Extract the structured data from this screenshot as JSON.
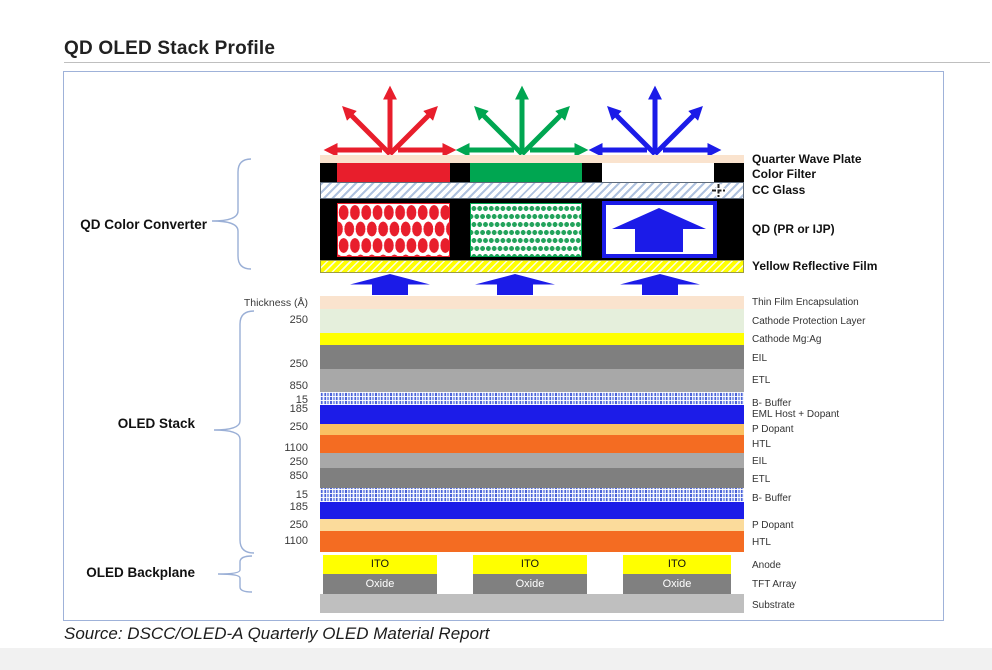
{
  "header": {
    "title": "QD OLED Stack Profile"
  },
  "footer": {
    "source": "Source: DSCC/OLED-A Quarterly OLED Material Report"
  },
  "groups": {
    "qd": {
      "label": "QD Color Converter"
    },
    "stack": {
      "label": "OLED Stack"
    },
    "backplane": {
      "label": "OLED Backplane"
    }
  },
  "converter": {
    "layers": [
      {
        "name": "Quarter Wave Plate"
      },
      {
        "name": "Color Filter"
      },
      {
        "name": "CC Glass"
      },
      {
        "name": "QD (PR or IJP)"
      },
      {
        "name": "Yellow Reflective Film"
      }
    ]
  },
  "stack": {
    "thickness_header": "Thickness (Å)",
    "thickness_unit": "Å",
    "layers": [
      {
        "name": "Thin Film Encapsulation",
        "thickness": ""
      },
      {
        "name": "Cathode Protection Layer",
        "thickness": "250"
      },
      {
        "name": "Cathode Mg:Ag",
        "thickness": ""
      },
      {
        "name": "EIL",
        "thickness": "250"
      },
      {
        "name": "ETL",
        "thickness": "850"
      },
      {
        "name": "B- Buffer",
        "thickness": "15"
      },
      {
        "name": "EML Host + Dopant",
        "thickness": "185"
      },
      {
        "name": "P Dopant",
        "thickness": "250"
      },
      {
        "name": "HTL",
        "thickness": "1100"
      },
      {
        "name": "EIL",
        "thickness": "250"
      },
      {
        "name": "ETL",
        "thickness": "850"
      },
      {
        "name": "B- Buffer",
        "thickness": "15"
      },
      {
        "name": "",
        "thickness": "185"
      },
      {
        "name": "P Dopant",
        "thickness": "250"
      },
      {
        "name": "HTL",
        "thickness": "1100"
      }
    ]
  },
  "backplane": {
    "ito": "ITO",
    "oxide": "Oxide",
    "layers": [
      {
        "name": "Anode"
      },
      {
        "name": "TFT Array"
      },
      {
        "name": "Substrate"
      }
    ]
  },
  "colors": {
    "red_subpixel": "#e81e2c",
    "green_subpixel": "#00a651",
    "blue_subpixel": "#1b1be8",
    "quarter_wave_plate": "#fae3ce",
    "thin_film_encapsulation": "#fae3ce",
    "cathode_protection": "#e5efdc",
    "cathode_mgag": "#ffff00",
    "eil_dark": "#7f7f7f",
    "etl_light": "#a8a8a8",
    "b_buffer": "#8c9fea",
    "eml": "#1c1ce8",
    "p_dopant_1": "#fac162",
    "p_dopant_2": "#fbdb9b",
    "htl": "#f46c22",
    "ito": "#ffff00",
    "oxide": "#808080",
    "substrate": "#bfbfbf",
    "frame_border": "#9fb2d9",
    "brace": "#9aafd6"
  }
}
